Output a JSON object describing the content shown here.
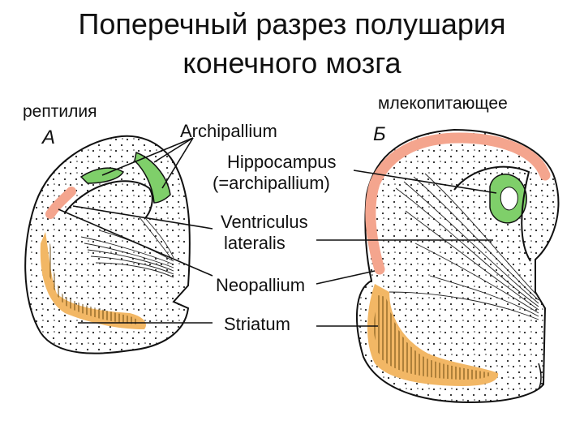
{
  "title": {
    "line1": "Поперечный разрез полушария",
    "line2": "конечного мозга"
  },
  "panels": {
    "left": {
      "caption": "рептилия",
      "letter": "А"
    },
    "right": {
      "caption": "млекопитающее",
      "letter": "Б"
    }
  },
  "labels": {
    "archipallium": "Archipallium",
    "hippocampus": "Hippocampus",
    "hippocampus_note": "(=archipallium)",
    "ventriculus_1": "Ventriculus",
    "ventriculus_2": "lateralis",
    "neopallium": "Neopallium",
    "striatum": "Striatum"
  },
  "colors": {
    "neopallium": "#f4a58e",
    "archipallium": "#7fcf6a",
    "striatum": "#f2b765",
    "outline": "#111111"
  }
}
